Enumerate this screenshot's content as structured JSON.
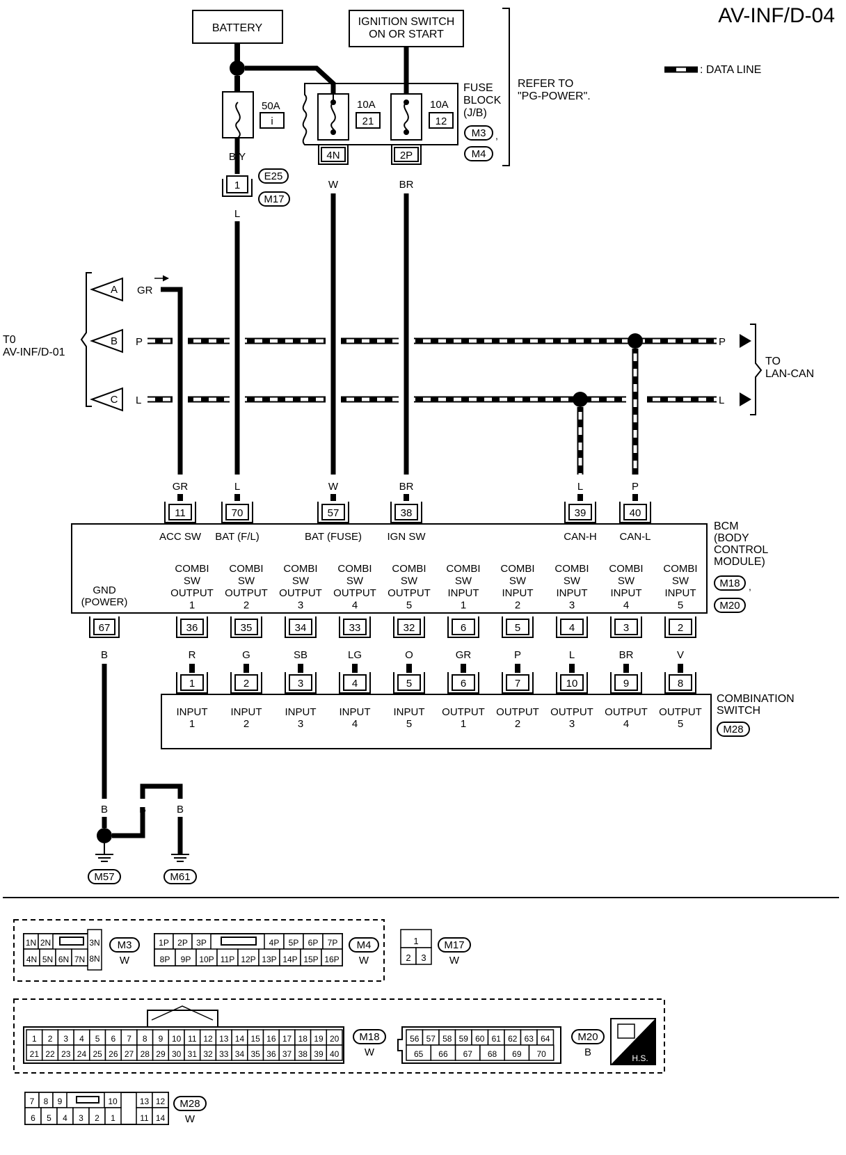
{
  "page_title": "AV-INF/D-04",
  "legend": {
    "data_line": ": DATA LINE"
  },
  "power": {
    "battery": "BATTERY",
    "ign_switch_1": "IGNITION SWITCH",
    "ign_switch_2": "ON OR START",
    "fuse_50a": "50A",
    "fuse_50a_id": "i",
    "fuse_10a_1": "10A",
    "fuse_10a_1_id": "21",
    "fuse_10a_2": "10A",
    "fuse_10a_2_id": "12",
    "fuse_block_1": "FUSE",
    "fuse_block_2": "BLOCK",
    "fuse_block_3": "(J/B)",
    "fb_m3": "M3",
    "fb_m4": "M4",
    "refer_1": "REFER TO",
    "refer_2": "\"PG-POWER\".",
    "term_4n": "4N",
    "term_2p": "2P",
    "wire_by": "B/Y",
    "wire_w": "W",
    "wire_br": "BR",
    "conn_1": "1",
    "conn_e25": "E25",
    "conn_m17": "M17",
    "wire_l": "L"
  },
  "left_refs": {
    "to_1": "T0",
    "to_2": "AV-INF/D-01",
    "a": "A",
    "b": "B",
    "c": "C",
    "gr": "GR",
    "p": "P",
    "l": "L"
  },
  "right_refs": {
    "to_1": "TO",
    "to_2": "LAN-CAN",
    "p": "P",
    "l": "L"
  },
  "bcm": {
    "name_1": "BCM",
    "name_2": "(BODY",
    "name_3": "CONTROL",
    "name_4": "MODULE)",
    "m18": "M18",
    "m20": "M20",
    "gnd_1": "GND",
    "gnd_2": "(POWER)",
    "gnd_pin": "67",
    "top_wires": [
      "GR",
      "L",
      "W",
      "BR",
      "L",
      "P"
    ],
    "top_pins": [
      "11",
      "70",
      "57",
      "38",
      "39",
      "40"
    ],
    "top_labels": [
      "ACC SW",
      "BAT (F/L)",
      "BAT (FUSE)",
      "IGN SW",
      "CAN-H",
      "CAN-L"
    ],
    "combi": [
      {
        "l1": "COMBI",
        "l2": "SW",
        "l3": "OUTPUT",
        "l4": "1",
        "pin": "36",
        "wire": "R"
      },
      {
        "l1": "COMBI",
        "l2": "SW",
        "l3": "OUTPUT",
        "l4": "2",
        "pin": "35",
        "wire": "G"
      },
      {
        "l1": "COMBI",
        "l2": "SW",
        "l3": "OUTPUT",
        "l4": "3",
        "pin": "34",
        "wire": "SB"
      },
      {
        "l1": "COMBI",
        "l2": "SW",
        "l3": "OUTPUT",
        "l4": "4",
        "pin": "33",
        "wire": "LG"
      },
      {
        "l1": "COMBI",
        "l2": "SW",
        "l3": "OUTPUT",
        "l4": "5",
        "pin": "32",
        "wire": "O"
      },
      {
        "l1": "COMBI",
        "l2": "SW",
        "l3": "INPUT",
        "l4": "1",
        "pin": "6",
        "wire": "GR"
      },
      {
        "l1": "COMBI",
        "l2": "SW",
        "l3": "INPUT",
        "l4": "2",
        "pin": "5",
        "wire": "P"
      },
      {
        "l1": "COMBI",
        "l2": "SW",
        "l3": "INPUT",
        "l4": "3",
        "pin": "4",
        "wire": "L"
      },
      {
        "l1": "COMBI",
        "l2": "SW",
        "l3": "INPUT",
        "l4": "4",
        "pin": "3",
        "wire": "BR"
      },
      {
        "l1": "COMBI",
        "l2": "SW",
        "l3": "INPUT",
        "l4": "5",
        "pin": "2",
        "wire": "V"
      }
    ]
  },
  "combination_switch": {
    "name_1": "COMBINATION",
    "name_2": "SWITCH",
    "m28": "M28",
    "pins": [
      {
        "pin": "1",
        "l1": "INPUT",
        "l2": "1"
      },
      {
        "pin": "2",
        "l1": "INPUT",
        "l2": "2"
      },
      {
        "pin": "3",
        "l1": "INPUT",
        "l2": "3"
      },
      {
        "pin": "4",
        "l1": "INPUT",
        "l2": "4"
      },
      {
        "pin": "5",
        "l1": "INPUT",
        "l2": "5"
      },
      {
        "pin": "6",
        "l1": "OUTPUT",
        "l2": "1"
      },
      {
        "pin": "7",
        "l1": "OUTPUT",
        "l2": "2"
      },
      {
        "pin": "10",
        "l1": "OUTPUT",
        "l2": "3"
      },
      {
        "pin": "9",
        "l1": "OUTPUT",
        "l2": "4"
      },
      {
        "pin": "8",
        "l1": "OUTPUT",
        "l2": "5"
      }
    ]
  },
  "ground": {
    "wire_b1": "B",
    "wire_b2": "B",
    "wire_b3": "B",
    "wire_b4": "B",
    "m57": "M57",
    "m61": "M61"
  },
  "connectors": {
    "m3": {
      "id": "M3",
      "color": "W",
      "row1": [
        "1N",
        "2N"
      ],
      "right": "3N",
      "row2": [
        "4N",
        "5N",
        "6N",
        "7N",
        "8N"
      ]
    },
    "m4": {
      "id": "M4",
      "color": "W",
      "row1a": [
        "1P",
        "2P",
        "3P"
      ],
      "row1b": [
        "4P",
        "5P",
        "6P",
        "7P"
      ],
      "row2": [
        "8P",
        "9P",
        "10P",
        "11P",
        "12P",
        "13P",
        "14P",
        "15P",
        "16P"
      ]
    },
    "m17": {
      "id": "M17",
      "color": "W",
      "row1": [
        "1"
      ],
      "row2": [
        "2",
        "3"
      ]
    },
    "m18": {
      "id": "M18",
      "color": "W",
      "row1": [
        "1",
        "2",
        "3",
        "4",
        "5",
        "6",
        "7",
        "8",
        "9",
        "10",
        "11",
        "12",
        "13",
        "14",
        "15",
        "16",
        "17",
        "18",
        "19",
        "20"
      ],
      "row2": [
        "21",
        "22",
        "23",
        "24",
        "25",
        "26",
        "27",
        "28",
        "29",
        "30",
        "31",
        "32",
        "33",
        "34",
        "35",
        "36",
        "37",
        "38",
        "39",
        "40"
      ]
    },
    "m20": {
      "id": "M20",
      "color": "B",
      "row1": [
        "56",
        "57",
        "58",
        "59",
        "60",
        "61",
        "62",
        "63",
        "64"
      ],
      "row2": [
        "65",
        "66",
        "67",
        "68",
        "69",
        "70"
      ]
    },
    "hs": "H.S.",
    "m28": {
      "id": "M28",
      "color": "W",
      "row1a": [
        "7",
        "8",
        "9"
      ],
      "row1b": [
        "10"
      ],
      "row1c": [
        "13",
        "12"
      ],
      "row2a": [
        "6",
        "5",
        "4",
        "3",
        "2",
        "1"
      ],
      "row2b": [
        "11",
        "14"
      ]
    }
  }
}
